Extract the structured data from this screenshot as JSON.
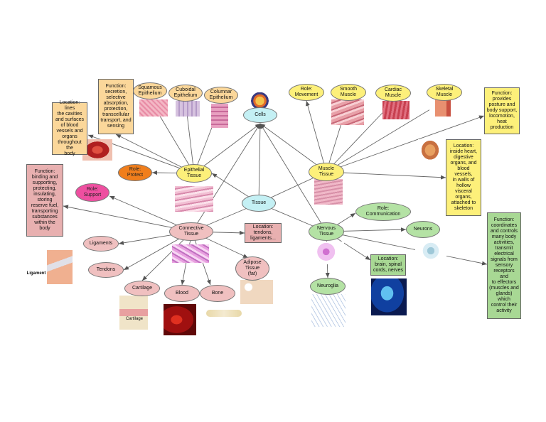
{
  "colors": {
    "yellow": "#fdf07a",
    "light_orange": "#fbd79a",
    "orange": "#f07e1c",
    "pink": "#ee4fa0",
    "salmon": "#f0c0c0",
    "cyan": "#c4f0f4",
    "green": "#b4e2a4",
    "connector": "#666666"
  },
  "center": {
    "label": "Tissue"
  },
  "cells": {
    "label": "Cells"
  },
  "epithelial": {
    "label": "Epithelial\nTissue",
    "function": "Function:\nsecretion,\nselective\nabsorption,\nprotection,\ntranscellular\ntransport, and\nsensing",
    "location": "Location: lines\nthe cavities\nand surfaces\nof blood\nvessels and\norgans\nthroughout the\nbody",
    "role": "Role:\nProtect",
    "types": [
      "Squamous\nEpithelium",
      "Cuboidal\nEpithelium",
      "Columnar\nEpithelium"
    ]
  },
  "muscle": {
    "label": "Muscle\nTissue",
    "role": "Role:\nMovement",
    "types": [
      "Smooth\nMuscle",
      "Cardiac\nMuscle",
      "Skeletal\nMuscle"
    ],
    "function": "Function:\nprovides\nposture and\nbody support,\nlocomotion,\nheat\nproduction",
    "location": "Location:\ninside heart,\ndigestive\norgans, and\nblood vessels,\nin walls of\nhollow\nvisceral\norgans,\nattached to\nskeleton"
  },
  "connective": {
    "label": "Connective\nTissue",
    "role": "Role:\nSupport",
    "function": "Function:\nbinding and\nsupporting,\nprotecting,\ninsulating,\nstoring\nreserve fuel,\ntransporting\nsubstances\nwithin the\nbody",
    "location": "Location:\ntendons,\nligaments...",
    "types": [
      "Ligaments",
      "Tendons",
      "Cartilage",
      "Blood",
      "Bone",
      "Adipose\nTissue\n(fat)"
    ],
    "image_labels": {
      "ligament": "Ligament",
      "cartilage": "Cartilage"
    }
  },
  "nervous": {
    "label": "Nervous\nTissue",
    "role": "Role:\nCommunication",
    "location": "Location:\nbrain, spinal\ncords, nerves",
    "types": [
      "Neurons",
      "Neuroglia"
    ],
    "function": "Function:\ncoordinates\nand controls\nmany body\nactivities,\ntransmit\nelectrical\nsignals from\nsensory\nreceptors and\nto effectors\n(muscles and\nglands) which\ncontrol their\nactivity"
  }
}
